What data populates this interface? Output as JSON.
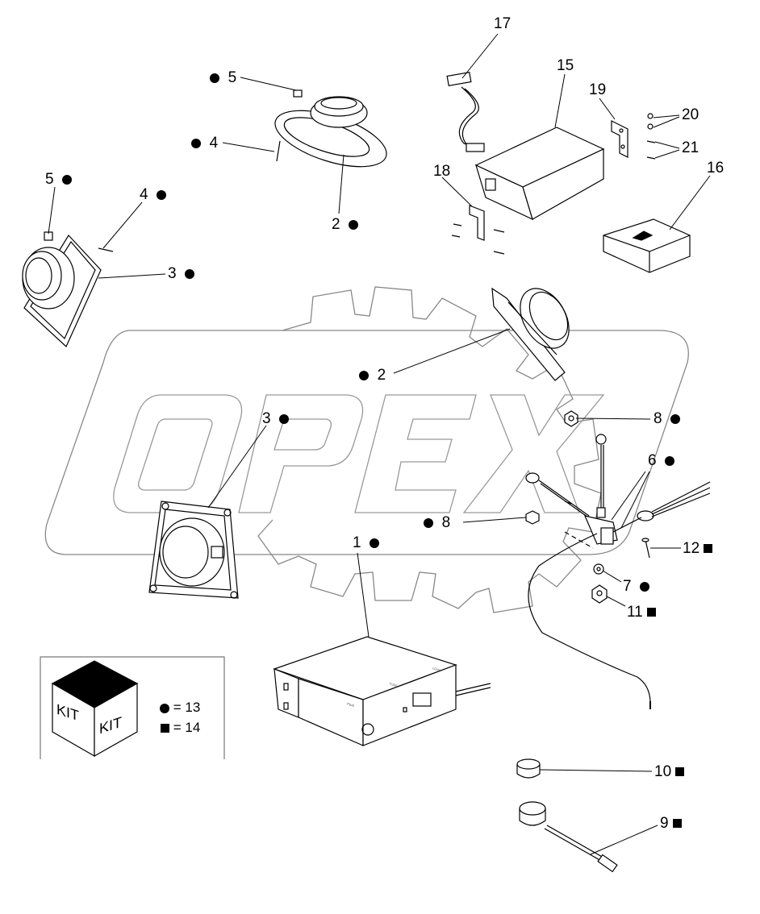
{
  "watermark": {
    "text": "OPEX"
  },
  "corner_mark": "",
  "callouts": [
    {
      "id": "c17",
      "num": "17",
      "marker": ""
    },
    {
      "id": "c15",
      "num": "15",
      "marker": ""
    },
    {
      "id": "c19",
      "num": "19",
      "marker": ""
    },
    {
      "id": "c20",
      "num": "20",
      "marker": ""
    },
    {
      "id": "c21",
      "num": "21",
      "marker": ""
    },
    {
      "id": "c16",
      "num": "16",
      "marker": ""
    },
    {
      "id": "c18",
      "num": "18",
      "marker": ""
    },
    {
      "id": "c5a",
      "num": "5",
      "marker": "dot"
    },
    {
      "id": "c4a",
      "num": "4",
      "marker": "dot"
    },
    {
      "id": "c2a",
      "num": "2",
      "marker": "dot"
    },
    {
      "id": "c5b",
      "num": "5",
      "marker": "dot"
    },
    {
      "id": "c4b",
      "num": "4",
      "marker": "dot"
    },
    {
      "id": "c3a",
      "num": "3",
      "marker": "dot"
    },
    {
      "id": "c2b",
      "num": "2",
      "marker": "dot"
    },
    {
      "id": "c3b",
      "num": "3",
      "marker": "dot"
    },
    {
      "id": "c8a",
      "num": "8",
      "marker": "dot"
    },
    {
      "id": "c6",
      "num": "6",
      "marker": "dot"
    },
    {
      "id": "c8b",
      "num": "8",
      "marker": "dot"
    },
    {
      "id": "c1",
      "num": "1",
      "marker": "dot"
    },
    {
      "id": "c12",
      "num": "12",
      "marker": "square"
    },
    {
      "id": "c7",
      "num": "7",
      "marker": "dot"
    },
    {
      "id": "c11",
      "num": "11",
      "marker": "square"
    },
    {
      "id": "c10",
      "num": "10",
      "marker": "square"
    },
    {
      "id": "c9",
      "num": "9",
      "marker": "square"
    }
  ],
  "kit_legend": {
    "face_left": "KIT",
    "face_right": "KIT",
    "rows": [
      {
        "marker": "dot",
        "text": "= 13"
      },
      {
        "marker": "square",
        "text": "= 14"
      }
    ]
  },
  "radio_labels": {
    "label_a": "PWR",
    "label_b": "TUNE",
    "label_c": "LOAD"
  }
}
